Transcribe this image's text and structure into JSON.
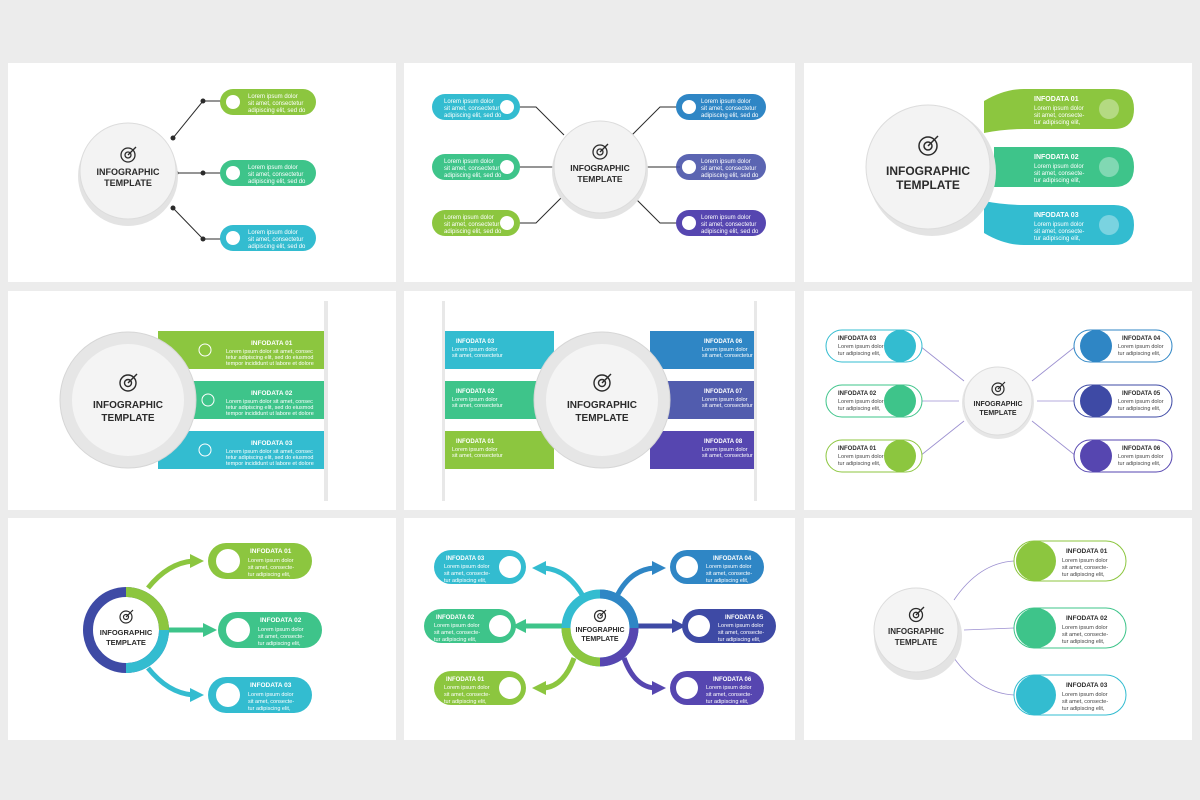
{
  "center": {
    "line1": "INFOGRAPHIC",
    "line2": "TEMPLATE"
  },
  "lorem": {
    "l1": "Lorem ipsum dolor",
    "l2": "sit amet, consectetur",
    "l3": "adipiscing elit, sed do",
    "m1": "Lorem ipsum dolor",
    "m2": "sit amet, consecte-",
    "m3": "tur adipiscing elit,",
    "w1": "Lorem ipsum dolor sit amet, consec",
    "w2": "tetur adipiscing elit, sed do eiusmod",
    "w3": "tempor incididunt ut labore et dolore"
  },
  "labels": {
    "i01": "INFODATA 01",
    "i02": "INFODATA 02",
    "i03": "INFODATA 03",
    "i04": "INFODATA 04",
    "i05": "INFODATA 05",
    "i06": "INFODATA 06",
    "i07": "INFODATA 07",
    "i08": "INFODATA 08"
  },
  "colors": {
    "green": "#8cc63f",
    "mint": "#3ec48a",
    "teal": "#33bcd0",
    "blue": "#2f86c5",
    "navy": "#3e4aa5",
    "indigo": "#5646b0",
    "ink": "#2b2b2b",
    "page": "#ececec"
  },
  "icons": [
    "bulb-icon",
    "user-icon",
    "dollar-icon",
    "gear-icon",
    "globe-icon",
    "warning-icon",
    "target-icon",
    "search-icon",
    "clock-icon",
    "refresh-icon"
  ]
}
